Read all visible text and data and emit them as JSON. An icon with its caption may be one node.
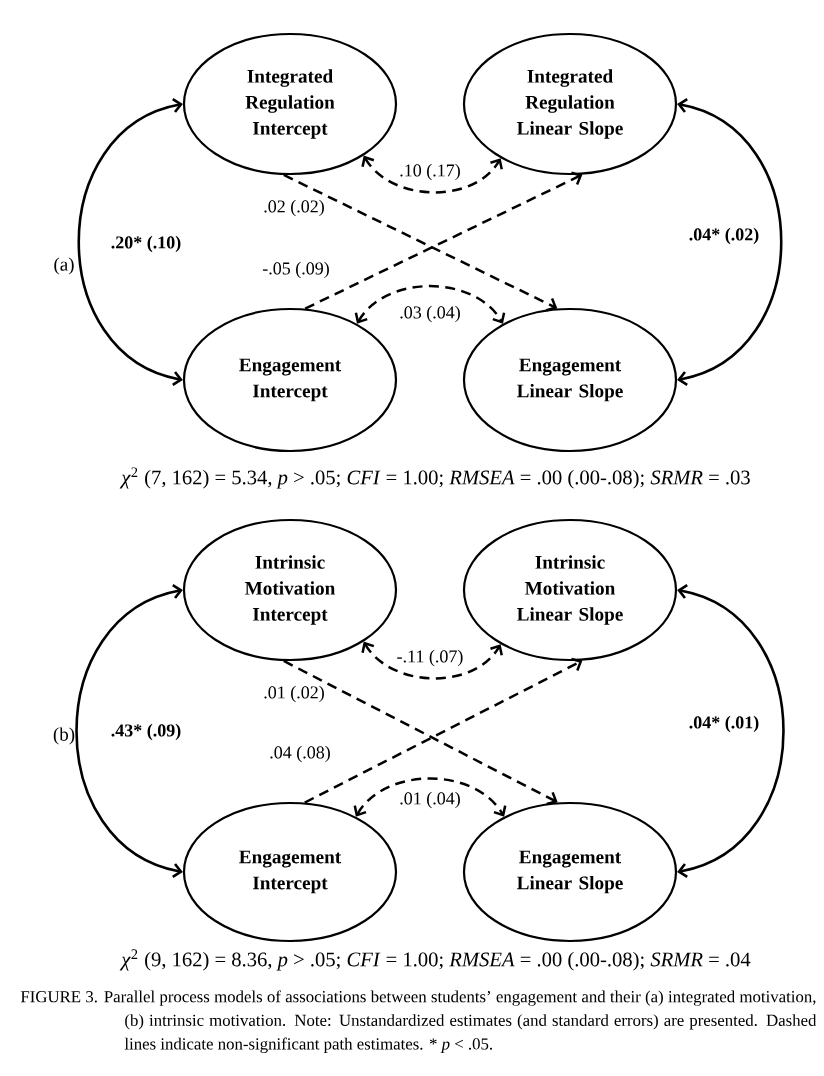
{
  "diagram": {
    "caption": "FIGURE 3. Parallel process models of associations between students’ engagement and their (a) integrated motivation, (b) intrinsic motivation. Note: Unstandardized estimates (and standard errors) are presented. Dashed lines indicate non-significant path estimates. * *p* < .05.",
    "nodes": [
      {
        "text": [
          "Integrated Regulation Intercept"
        ]
      },
      {
        "text": [
          "Integrated Regulation Linear Slope"
        ]
      },
      {
        "text": [
          "Engagement Intercept"
        ]
      },
      {
        "text": [
          "Engagement Linear Slope"
        ]
      },
      {
        "text": [
          "Intrinsic Motivation Intercept"
        ]
      },
      {
        "text": [
          "Intrinsic Motivation Linear Slope"
        ]
      },
      {
        "text": [
          "Engagement Intercept"
        ]
      },
      {
        "text": [
          "Engagement Linear Slope"
        ]
      }
    ],
    "edges": [
      {
        "from": 0,
        "to": 2,
        "arrow": "both",
        "label": ".20* (.10)"
      },
      {
        "from": 0,
        "to": 1,
        "arrow": "both",
        "label": ".10 (.17)",
        "style": "dashed"
      },
      {
        "from": 0,
        "to": 3,
        "arrow": "to",
        "label": ".02 (.02)",
        "style": "dashed"
      },
      {
        "from": 2,
        "to": 1,
        "arrow": "to",
        "label": "-.05 (.09)",
        "style": "dashed"
      },
      {
        "from": 2,
        "to": 3,
        "arrow": "both",
        "label": ".03 (.04)",
        "style": "dashed"
      },
      {
        "from": 1,
        "to": 3,
        "arrow": "both",
        "label": ".04* (.02)"
      },
      {
        "from": 4,
        "to": 6,
        "arrow": "both",
        "label": ".43* (.09)"
      },
      {
        "from": 4,
        "to": 5,
        "arrow": "both",
        "label": "-.11 (.07)",
        "style": "dashed"
      },
      {
        "from": 4,
        "to": 7,
        "arrow": "to",
        "label": ".01 (.02)",
        "style": "dashed"
      },
      {
        "from": 6,
        "to": 5,
        "arrow": "to",
        "label": ".04 (.08)",
        "style": "dashed"
      },
      {
        "from": 6,
        "to": 7,
        "arrow": "both",
        "label": ".01 (.04)",
        "style": "dashed"
      },
      {
        "from": 5,
        "to": 7,
        "arrow": "both",
        "label": ".04* (.01)"
      }
    ],
    "labels": [
      "(a)",
      "*χ*$^{2}$ (7, 162) = 5.34, *p* > .05; *CFI* = 1.00; *RMSEA* = .00 (.00-.08); *SRMR* = .03",
      "(b)",
      "*χ*$^{2}$ (9, 162) = 8.36, *p* > .05; *CFI* = 1.00; *RMSEA* = .00 (.00-.08); *SRMR* = .04"
    ]
  }
}
